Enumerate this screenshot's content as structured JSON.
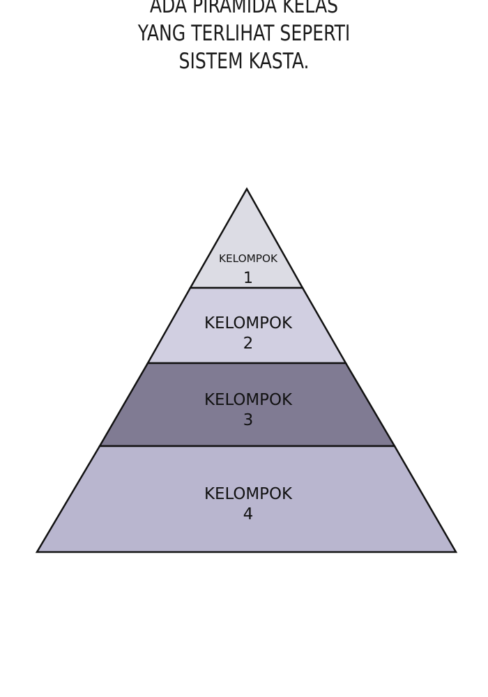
{
  "caption": {
    "lines": [
      "ADA PIRAMIDA KELAS",
      "YANG TERLIHAT SEPERTI",
      "SISTEM KASTA."
    ]
  },
  "pyramid": {
    "tiers": [
      {
        "name": "KELOMPOK",
        "number": "1",
        "color": "#dcdce4"
      },
      {
        "name": "KELOMPOK",
        "number": "2",
        "color": "#d1cfe1"
      },
      {
        "name": "KELOMPOK",
        "number": "3",
        "color": "#807b93"
      },
      {
        "name": "KELOMPOK",
        "number": "4",
        "color": "#b9b6cf"
      }
    ],
    "stroke_color": "#111111"
  }
}
